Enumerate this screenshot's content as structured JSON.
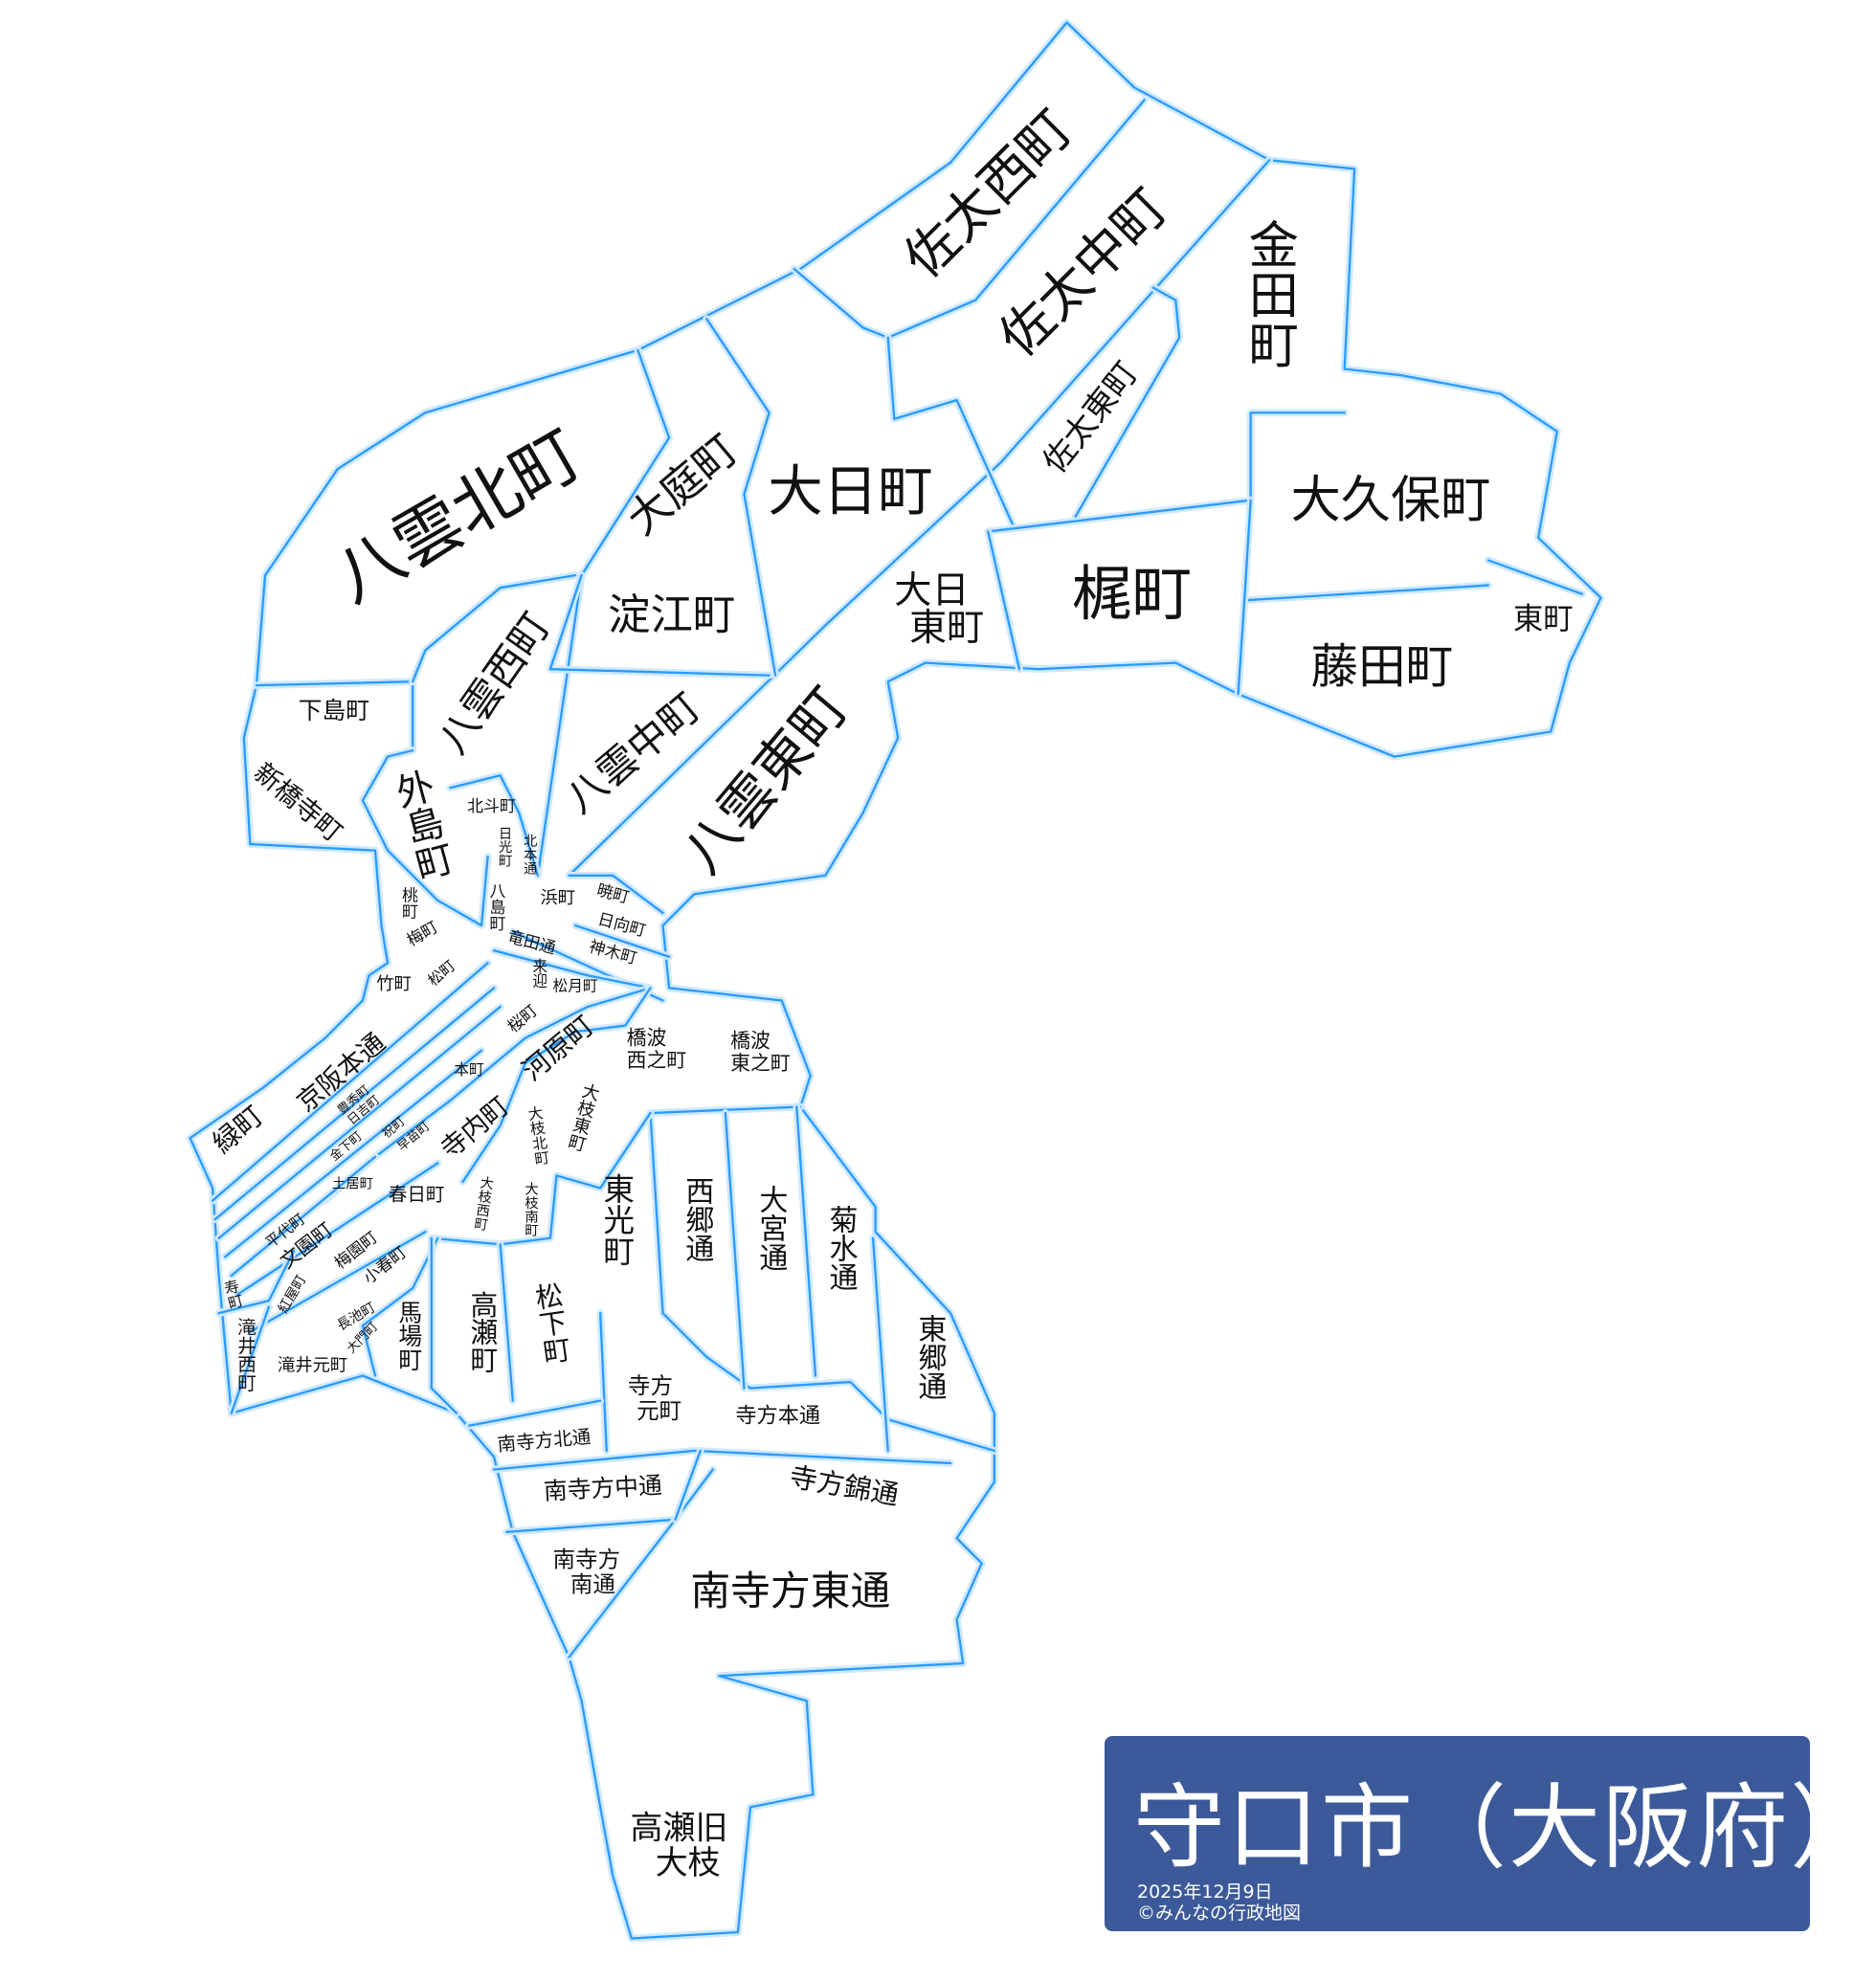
{
  "title": {
    "city": "守口市（大阪府）",
    "date": "2025年12月9日",
    "credit": "©みんなの行政地図"
  },
  "colors": {
    "boundary": "#2b9bff",
    "glow": "#cfe9ff",
    "title_bg": "#3c5a99"
  },
  "wards": {
    "sadanishi": "佐太西町",
    "sadanaka": "佐太中町",
    "kaneda": "金田町",
    "yakumokita": "八雲北町",
    "oniwa": "大庭町",
    "dainichi": "大日町",
    "sadahigashi": "佐太東町",
    "okubo": "大久保町",
    "kaji": "梶町",
    "yodoe": "淀江町",
    "dainichihigashi": [
      "大日",
      "東町"
    ],
    "fujita": "藤田町",
    "higashi": "東町",
    "shimojima": "下島町",
    "yakumonishi": "八雲西町",
    "yakumonaka": "八雲中町",
    "yakumohigashi": "八雲東町",
    "shinbashidera": "新橋寺町",
    "tojima": "外島町",
    "hokuto": "北斗町",
    "nikko": "日光町",
    "kitahondori": "北本通",
    "hama": "浜町",
    "akatsuki": "暁町",
    "hinata": "日向町",
    "shinboku": "神木町",
    "momo": "桃町",
    "yashima": "八島町",
    "ume": "梅町",
    "tatsutadori": "竜田通",
    "take": "竹町",
    "matsu": "松町",
    "raiko": "来迎",
    "shogetsu": "松月町",
    "sakura": "桜町",
    "kawara": "河原町",
    "hashibanishi": [
      "橋波",
      "西之町"
    ],
    "hashibahigashi": [
      "橋波",
      "東之町"
    ],
    "hon": "本町",
    "keihanhondori": "京阪本通",
    "midori": "緑町",
    "hoshu": "豊秀町",
    "hiyoshi": "日吉町",
    "iwai": "祝町",
    "sanae": "早苗町",
    "kaneshita": "金下町",
    "terauchi": "寺内町",
    "oedahigashi": "大枝東町",
    "oedakita": "大枝北町",
    "doi": "土居町",
    "kasuga": "春日町",
    "oedanishi": "大枝西町",
    "oedaminami": "大枝南町",
    "toko": "東光町",
    "saigodori": "西郷通",
    "omiyadori": "大宮通",
    "kikusuidori": "菊水通",
    "togodori": "東郷通",
    "heidai": "平代町",
    "bunen": "文園町",
    "baien": "梅園町",
    "koharu": "小春町",
    "kotobuki": "寿町",
    "beniya": "紅屋町",
    "nagaike": "長池町",
    "daimon": "大門町",
    "baba": "馬場町",
    "takase": "高瀬町",
    "matsushita": "松下町",
    "takiinishi": "滝井西町",
    "takiimoto": "滝井元町",
    "terakatamoto": [
      "寺方",
      "元町"
    ],
    "terakatahondori": "寺方本通",
    "minamiterakatakita": "南寺方北通",
    "minamiterakatanaka": "南寺方中通",
    "terakatanishiki": "寺方錦通",
    "minamiterakataminami": [
      "南寺方",
      "南通"
    ],
    "minamiterakatahigashi": "南寺方東通",
    "takasekyuoeda": [
      "高瀬旧",
      "大枝"
    ]
  }
}
